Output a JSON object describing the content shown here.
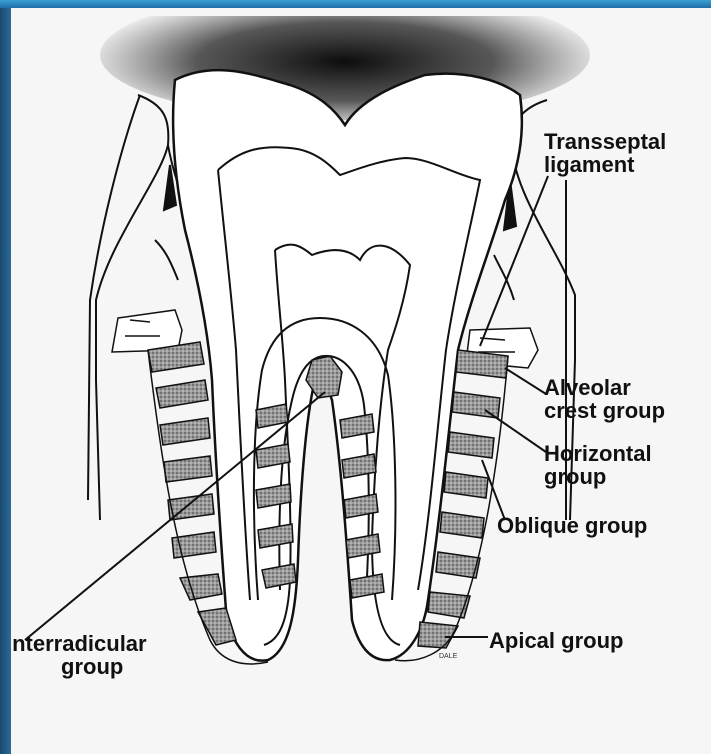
{
  "diagram": {
    "labels": {
      "transseptal_line1": "Transseptal",
      "transseptal_line2": "ligament",
      "alveolar_line1": "Alveolar",
      "alveolar_line2": "crest group",
      "horizontal_line1": "Horizontal",
      "horizontal_line2": "group",
      "oblique": "Oblique group",
      "apical": "Apical group",
      "interradicular_line1": "Interradicular",
      "interradicular_line2": "group",
      "signature": "DALE"
    }
  }
}
